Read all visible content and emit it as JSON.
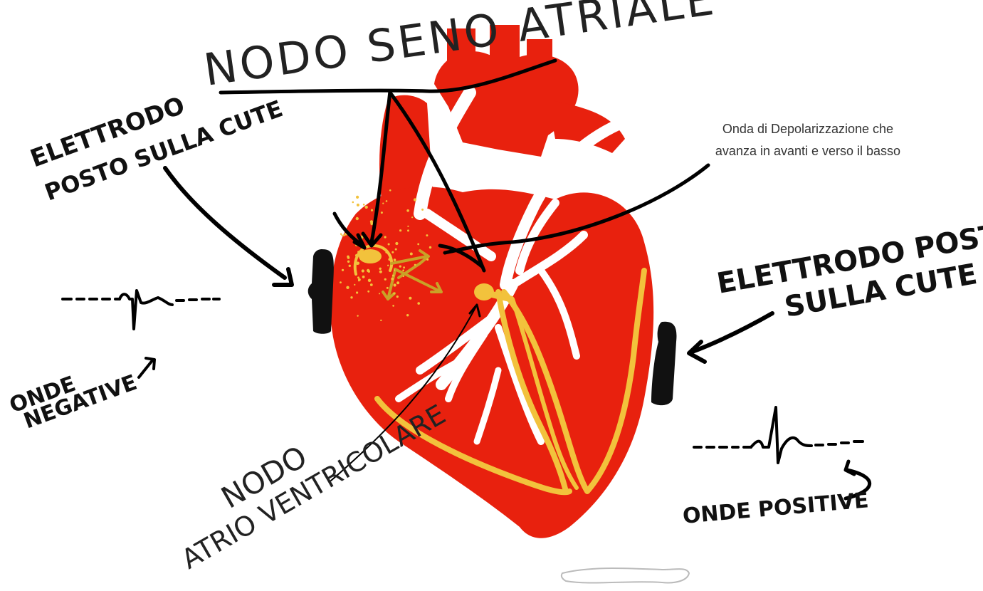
{
  "labels": {
    "sa_node": "NODO SENO ATRIALE",
    "electrode_left_line1": "ELETTRODO",
    "electrode_left_line2": "POSTO SULLA CUTE",
    "electrode_right_line1": "ELETTRODO POSTO",
    "electrode_right_line2": "SULLA CUTE",
    "wave_caption_line1": "Onda di Depolarizzazione che",
    "wave_caption_line2": "avanza in avanti e verso il basso",
    "negative_line1": "ONDE",
    "negative_line2": "NEGATIVE",
    "positive": "ONDE POSITIVE",
    "av_node_line1": "NODO",
    "av_node_line2": "ATRIO VENTRICOLARE"
  },
  "colors": {
    "heart": "#e8210e",
    "conduction": "#f2c23c",
    "ink": "#000000",
    "background": "#ffffff"
  }
}
